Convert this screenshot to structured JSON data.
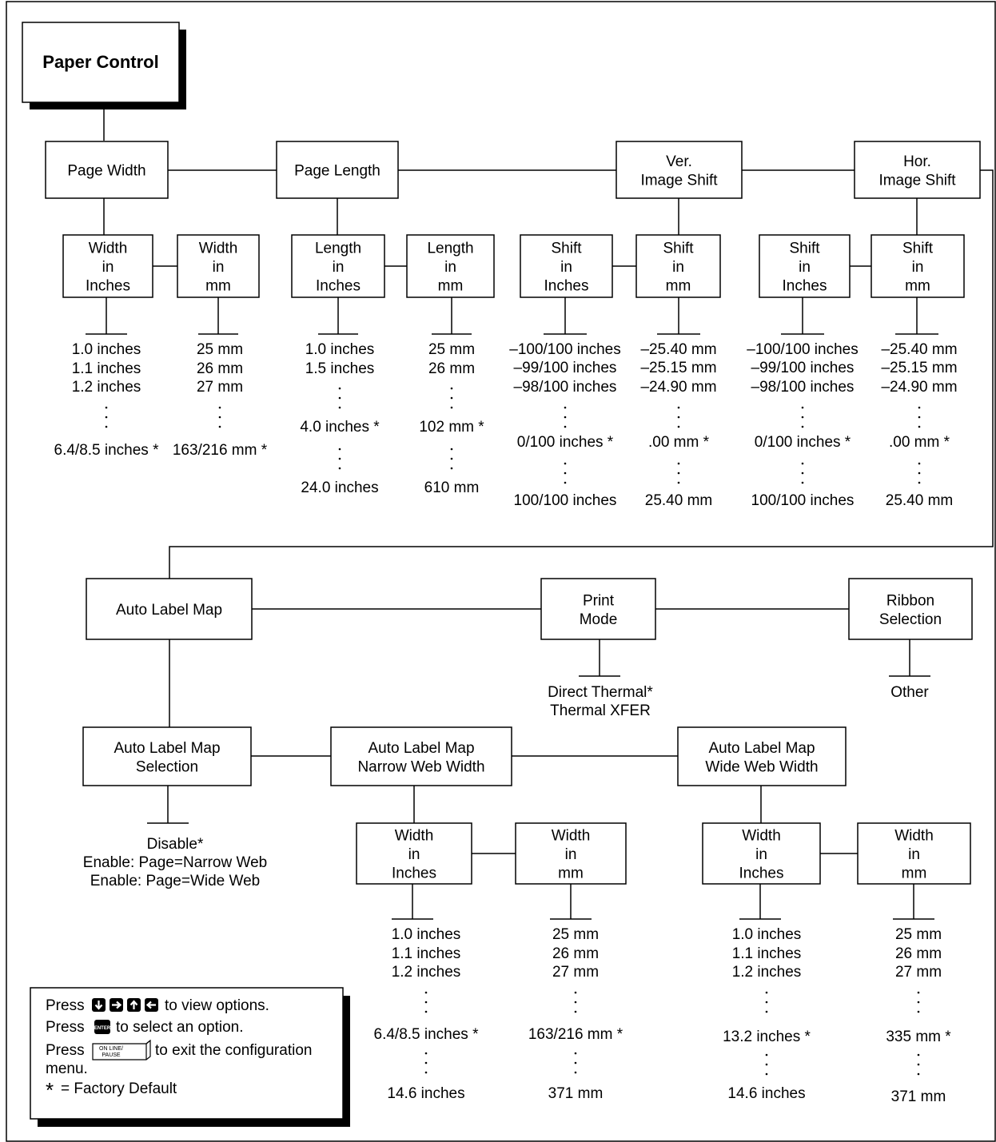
{
  "root": {
    "title": "Paper Control"
  },
  "menus": {
    "page_width": [
      "Page Width"
    ],
    "page_length": [
      "Page Length"
    ],
    "ver_shift": [
      "Ver.",
      "Image Shift"
    ],
    "hor_shift": [
      "Hor.",
      "Image Shift"
    ],
    "auto_label_map": [
      "Auto Label Map"
    ],
    "print_mode": [
      "Print",
      "Mode"
    ],
    "ribbon_selection": [
      "Ribbon",
      "Selection"
    ],
    "alm_selection": [
      "Auto Label Map",
      "Selection"
    ],
    "alm_narrow": [
      "Auto Label Map",
      "Narrow Web Width"
    ],
    "alm_wide": [
      "Auto Label Map",
      "Wide Web Width"
    ]
  },
  "submenus": {
    "width_in": [
      "Width",
      "in",
      "Inches"
    ],
    "width_mm": [
      "Width",
      "in",
      "mm"
    ],
    "length_in": [
      "Length",
      "in",
      "Inches"
    ],
    "length_mm": [
      "Length",
      "in",
      "mm"
    ],
    "vshift_in": [
      "Shift",
      "in",
      "Inches"
    ],
    "vshift_mm": [
      "Shift",
      "in",
      "mm"
    ],
    "hshift_in": [
      "Shift",
      "in",
      "Inches"
    ],
    "hshift_mm": [
      "Shift",
      "in",
      "mm"
    ],
    "nw_in": [
      "Width",
      "in",
      "Inches"
    ],
    "nw_mm": [
      "Width",
      "in",
      "mm"
    ],
    "ww_in": [
      "Width",
      "in",
      "Inches"
    ],
    "ww_mm": [
      "Width",
      "in",
      "mm"
    ]
  },
  "options": {
    "width_in": [
      "1.0 inches",
      "1.1 inches",
      "1.2 inches",
      "6.4/8.5 inches *"
    ],
    "width_mm": [
      "25 mm",
      "26 mm",
      "27 mm",
      "163/216 mm *"
    ],
    "length_in": [
      "1.0 inches",
      "1.5 inches",
      "4.0 inches *",
      "24.0 inches"
    ],
    "length_mm": [
      "25 mm",
      "26 mm",
      "102 mm *",
      "610 mm"
    ],
    "vshift_in": [
      "–100/100 inches",
      "–99/100 inches",
      "–98/100 inches",
      "0/100 inches *",
      "100/100 inches"
    ],
    "vshift_mm": [
      "–25.40 mm",
      "–25.15 mm",
      "–24.90 mm",
      ".00 mm *",
      "25.40 mm"
    ],
    "hshift_in": [
      "–100/100 inches",
      "–99/100 inches",
      "–98/100 inches",
      "0/100 inches *",
      "100/100 inches"
    ],
    "hshift_mm": [
      "–25.40 mm",
      "–25.15 mm",
      "–24.90 mm",
      ".00 mm *",
      "25.40 mm"
    ],
    "print_mode": [
      "Direct Thermal*",
      "Thermal XFER"
    ],
    "ribbon": [
      "Other"
    ],
    "alm_selection": [
      "Disable*",
      "Enable: Page=Narrow Web",
      "Enable: Page=Wide Web"
    ],
    "nw_in": [
      "1.0 inches",
      "1.1 inches",
      "1.2 inches",
      "6.4/8.5 inches *",
      "14.6 inches"
    ],
    "nw_mm": [
      "25 mm",
      "26 mm",
      "27 mm",
      "163/216 mm *",
      "371 mm"
    ],
    "ww_in": [
      "1.0 inches",
      "1.1 inches",
      "1.2 inches",
      "13.2 inches *",
      "14.6 inches"
    ],
    "ww_mm": [
      "25 mm",
      "26 mm",
      "27 mm",
      "335 mm *",
      "371 mm"
    ]
  },
  "legend": {
    "press": "Press",
    "view_options": "to view options.",
    "select_option": "to select an option.",
    "exit_menu_1": "to exit the configuration",
    "exit_menu_2": "menu.",
    "factory_default_mark": "*",
    "factory_default": "= Factory Default",
    "enter_key": "ENTER",
    "online_key_1": "ON LINE/",
    "online_key_2": "PAUSE"
  },
  "icons": [
    "down-arrow-key-icon",
    "right-arrow-key-icon",
    "up-arrow-key-icon",
    "left-arrow-key-icon",
    "enter-key-icon",
    "online-pause-key-icon"
  ]
}
